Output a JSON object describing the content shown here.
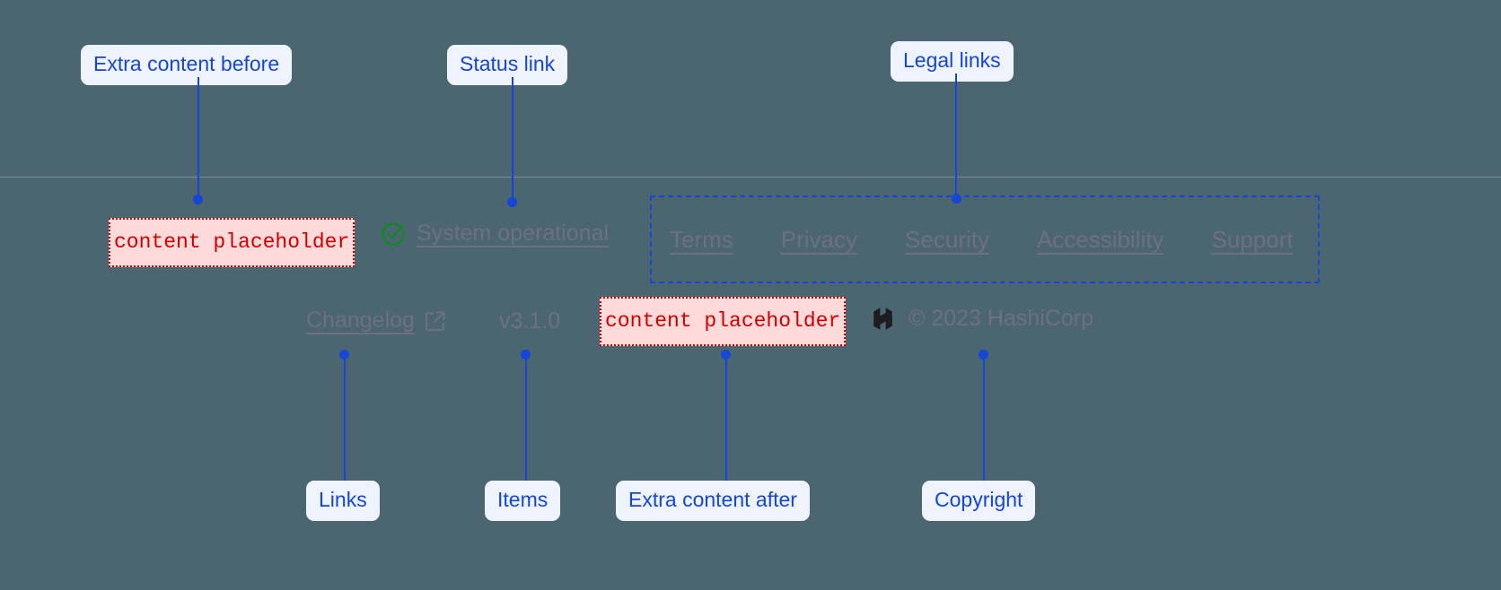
{
  "theme": {
    "background": "#4b6670",
    "annotation_accent": "#1546d8",
    "annotation_chip_bg": "#eef3fd",
    "placeholder_fg": "#d40000",
    "placeholder_bg": "#ffdada",
    "footer_text": "#6d707f",
    "status_ok": "#0b8a23"
  },
  "annotations": [
    {
      "label": "Extra content before"
    },
    {
      "label": "Status link"
    },
    {
      "label": "Legal links"
    },
    {
      "label": "Links"
    },
    {
      "label": "Items"
    },
    {
      "label": "Extra content after"
    },
    {
      "label": "Copyright"
    }
  ],
  "footer": {
    "extra_before": {
      "text": "content placeholder"
    },
    "status": {
      "icon": "check-circle-icon",
      "label": "System operational"
    },
    "legal": {
      "links": [
        {
          "label": "Terms"
        },
        {
          "label": "Privacy"
        },
        {
          "label": "Security"
        },
        {
          "label": "Accessibility"
        },
        {
          "label": "Support"
        }
      ]
    },
    "links": [
      {
        "label": "Changelog",
        "icon": "external-link-icon"
      }
    ],
    "items": [
      {
        "label": "v3.1.0"
      }
    ],
    "extra_after": {
      "text": "content placeholder"
    },
    "copyright": {
      "logo": "hashicorp-logo",
      "text": "© 2023 HashiCorp"
    }
  }
}
